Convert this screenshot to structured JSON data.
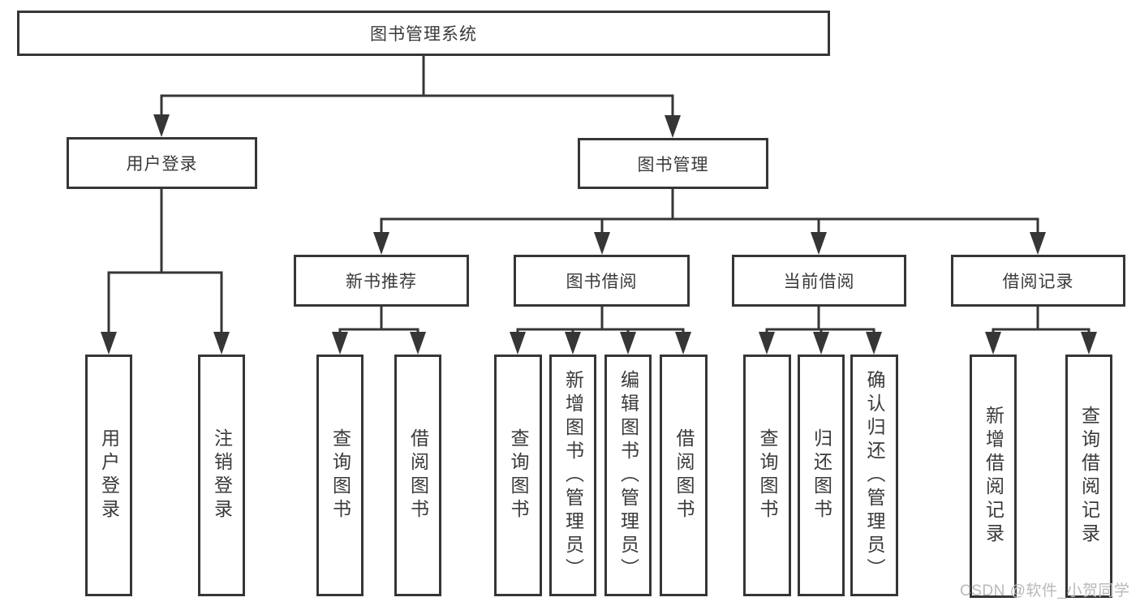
{
  "colors": {
    "line": "#363636",
    "text": "#3a3a3a",
    "watermark": "#b9b9b9",
    "background": "#ffffff"
  },
  "watermark": {
    "text": "CSDN @软件_小贺同学"
  },
  "tree": {
    "label": "图书管理系统",
    "children": [
      {
        "label": "用户登录",
        "children": [
          {
            "label": "用户登录"
          },
          {
            "label": "注销登录"
          }
        ]
      },
      {
        "label": "图书管理",
        "children": [
          {
            "label": "新书推荐",
            "children": [
              {
                "label": "查询图书"
              },
              {
                "label": "借阅图书"
              }
            ]
          },
          {
            "label": "图书借阅",
            "children": [
              {
                "label": "查询图书"
              },
              {
                "label": "新增图书（管理员）"
              },
              {
                "label": "编辑图书（管理员）"
              },
              {
                "label": "借阅图书"
              }
            ]
          },
          {
            "label": "当前借阅",
            "children": [
              {
                "label": "查询图书"
              },
              {
                "label": "归还图书"
              },
              {
                "label": "确认归还（管理员）"
              }
            ]
          },
          {
            "label": "借阅记录",
            "children": [
              {
                "label": "新增借阅记录"
              },
              {
                "label": "查询借阅记录"
              }
            ]
          }
        ]
      }
    ]
  }
}
